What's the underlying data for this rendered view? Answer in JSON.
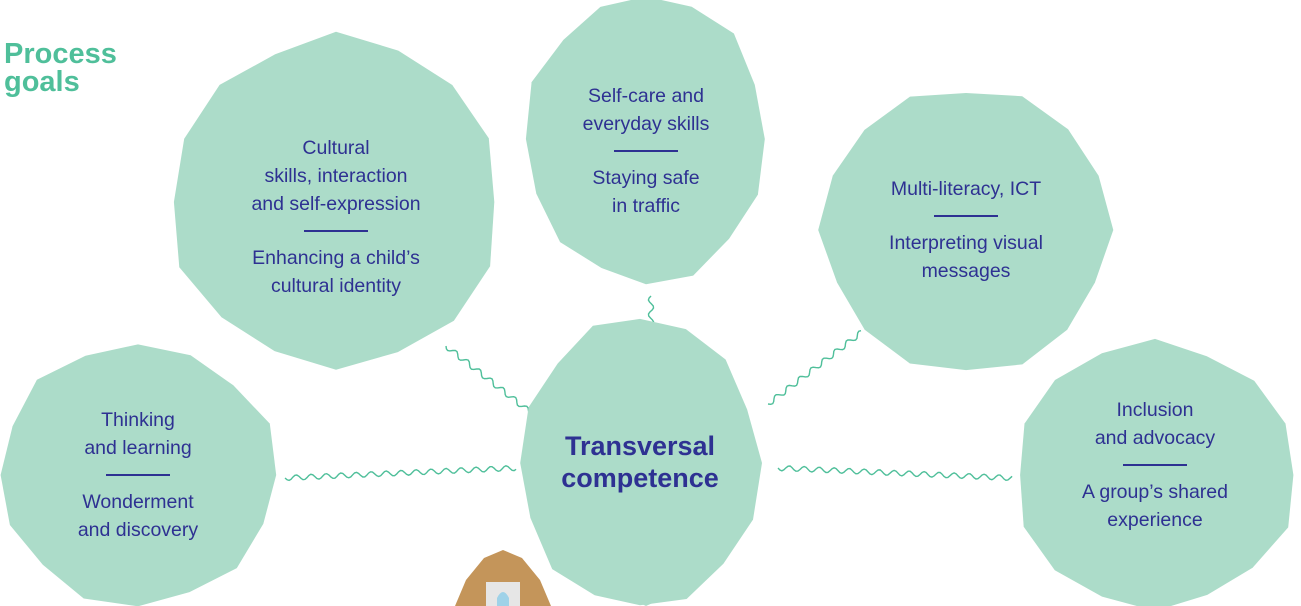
{
  "title": [
    "Process",
    "goals"
  ],
  "center": {
    "lines": [
      "Transversal",
      "competence"
    ]
  },
  "nodes": [
    {
      "id": "cultural",
      "top": [
        "Cultural",
        "skills, interaction",
        "and self-expression"
      ],
      "bottom": [
        "Enhancing a child’s",
        "cultural identity"
      ]
    },
    {
      "id": "selfcare",
      "top": [
        "Self-care and",
        "everyday skills"
      ],
      "bottom": [
        "Staying safe",
        "in traffic"
      ]
    },
    {
      "id": "multiliteracy",
      "top": [
        "Multi-literacy, ICT"
      ],
      "bottom": [
        "Interpreting visual",
        "messages"
      ]
    },
    {
      "id": "thinking",
      "top": [
        "Thinking",
        "and learning"
      ],
      "bottom": [
        "Wonderment",
        "and discovery"
      ]
    },
    {
      "id": "inclusion",
      "top": [
        "Inclusion",
        "and advocacy"
      ],
      "bottom": [
        "A group’s shared",
        "experience"
      ]
    }
  ],
  "colors": {
    "blob": "#acdcc9",
    "text": "#2e3192",
    "title": "#4fbf9a",
    "connector": "#4fbf9a",
    "hat": "#c4955a"
  }
}
